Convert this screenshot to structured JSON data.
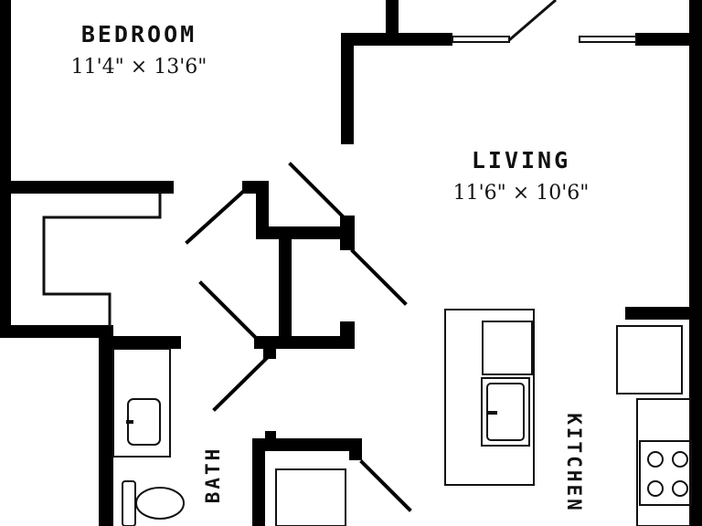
{
  "rooms": {
    "bedroom": {
      "name": "BEDROOM",
      "dimensions": "11'4\" × 13'6\""
    },
    "living": {
      "name": "LIVING",
      "dimensions": "11'6\" × 10'6\""
    },
    "bath": {
      "name": "BATH"
    },
    "kitchen": {
      "name": "KITCHEN"
    }
  },
  "colors": {
    "wall": "#000000",
    "line": "#111111",
    "background": "#ffffff"
  }
}
